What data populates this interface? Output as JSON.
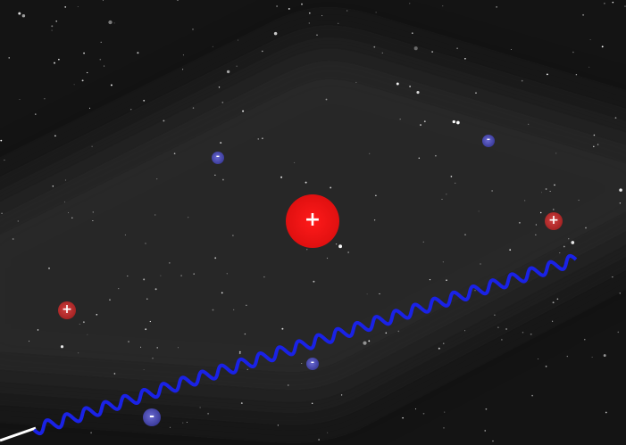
{
  "scene": {
    "background_color": "#141414",
    "glow_color": "#3a3a3a",
    "wave_color": "#1a22e6",
    "beam_color": "#ffffff"
  },
  "particles": [
    {
      "id": "nucleus",
      "charge": "+",
      "color": "#ff1a1a",
      "kind": "large-positive"
    },
    {
      "id": "p1",
      "charge": "+",
      "color": "#a32222",
      "kind": "positive"
    },
    {
      "id": "p2",
      "charge": "+",
      "color": "#a32222",
      "kind": "positive"
    },
    {
      "id": "e1",
      "charge": "-",
      "color": "#3c3c9c",
      "kind": "electron"
    },
    {
      "id": "e2",
      "charge": "-",
      "color": "#3c3c9c",
      "kind": "electron"
    },
    {
      "id": "e3",
      "charge": "-",
      "color": "#3c3c9c",
      "kind": "electron"
    },
    {
      "id": "e4",
      "charge": "-",
      "color": "#3c3c9c",
      "kind": "electron"
    }
  ]
}
